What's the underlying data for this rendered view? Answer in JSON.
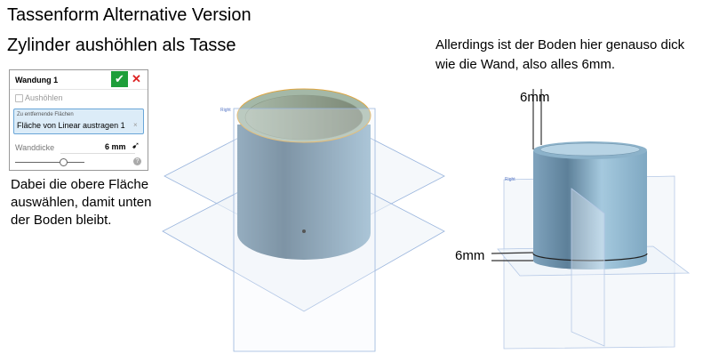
{
  "title": "Tassenform Alternative Version",
  "subtitle": "Zylinder aushöhlen als Tasse",
  "note_right": "Allerdings ist der Boden hier genauso dick wie die Wand, also alles 6mm.",
  "note_left": "Dabei die obere Fläche auswählen, damit unten der Boden bleibt.",
  "dialog": {
    "title": "Wandung 1",
    "ok_icon": "check-icon",
    "cancel_icon": "close-icon",
    "checkbox_label": "Aushöhlen",
    "faces_caption": "Zu entfernende Flächen",
    "faces_value": "Fläche von Linear austragen 1",
    "clear": "×",
    "thickness_label": "Wanddicke",
    "thickness_value": "6 mm",
    "help": "?"
  },
  "dims": {
    "top": "6mm",
    "bottom": "6mm"
  },
  "plane_label": "Right",
  "colors": {
    "ok": "#1e9e3a",
    "cancel": "#dd2222",
    "selection": "#dcecf8",
    "body": "#6f97b1"
  }
}
